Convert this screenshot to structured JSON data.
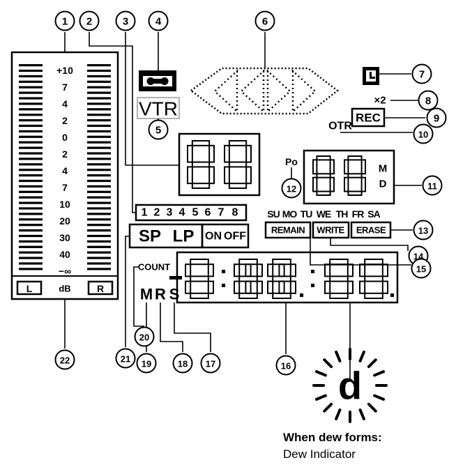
{
  "callouts": [
    "1",
    "2",
    "3",
    "4",
    "5",
    "6",
    "7",
    "8",
    "9",
    "10",
    "11",
    "12",
    "13",
    "14",
    "15",
    "16",
    "17",
    "18",
    "19",
    "20",
    "21",
    "22"
  ],
  "meter": {
    "scale": [
      "+10",
      "7",
      "4",
      "2",
      "0",
      "2",
      "4",
      "7",
      "10",
      "20",
      "30",
      "40",
      "−∞"
    ],
    "left_label": "L",
    "unit_label": "dB",
    "right_label": "R"
  },
  "display": {
    "vtr_label": "VTR",
    "multiplier": "×2",
    "rec_label": "REC",
    "otr_label": "OTR",
    "po_label": "Po",
    "m_label": "M",
    "d_label": "D",
    "days": [
      "SU",
      "MO",
      "TU",
      "WE",
      "TH",
      "FR",
      "SA"
    ],
    "programs": [
      "1",
      "2",
      "3",
      "4",
      "5",
      "6",
      "7",
      "8"
    ],
    "sp_label": "SP",
    "lp_label": "LP",
    "on_label": "ON",
    "off_label": "OFF",
    "remain_label": "REMAIN",
    "write_label": "WRITE",
    "erase_label": "ERASE",
    "count_label": "COUNT",
    "m_indicator": "M",
    "r_indicator": "R",
    "s_indicator": "S"
  },
  "dew": {
    "glyph": "d",
    "caption": "When dew forms:",
    "subcaption": "Dew Indicator"
  }
}
